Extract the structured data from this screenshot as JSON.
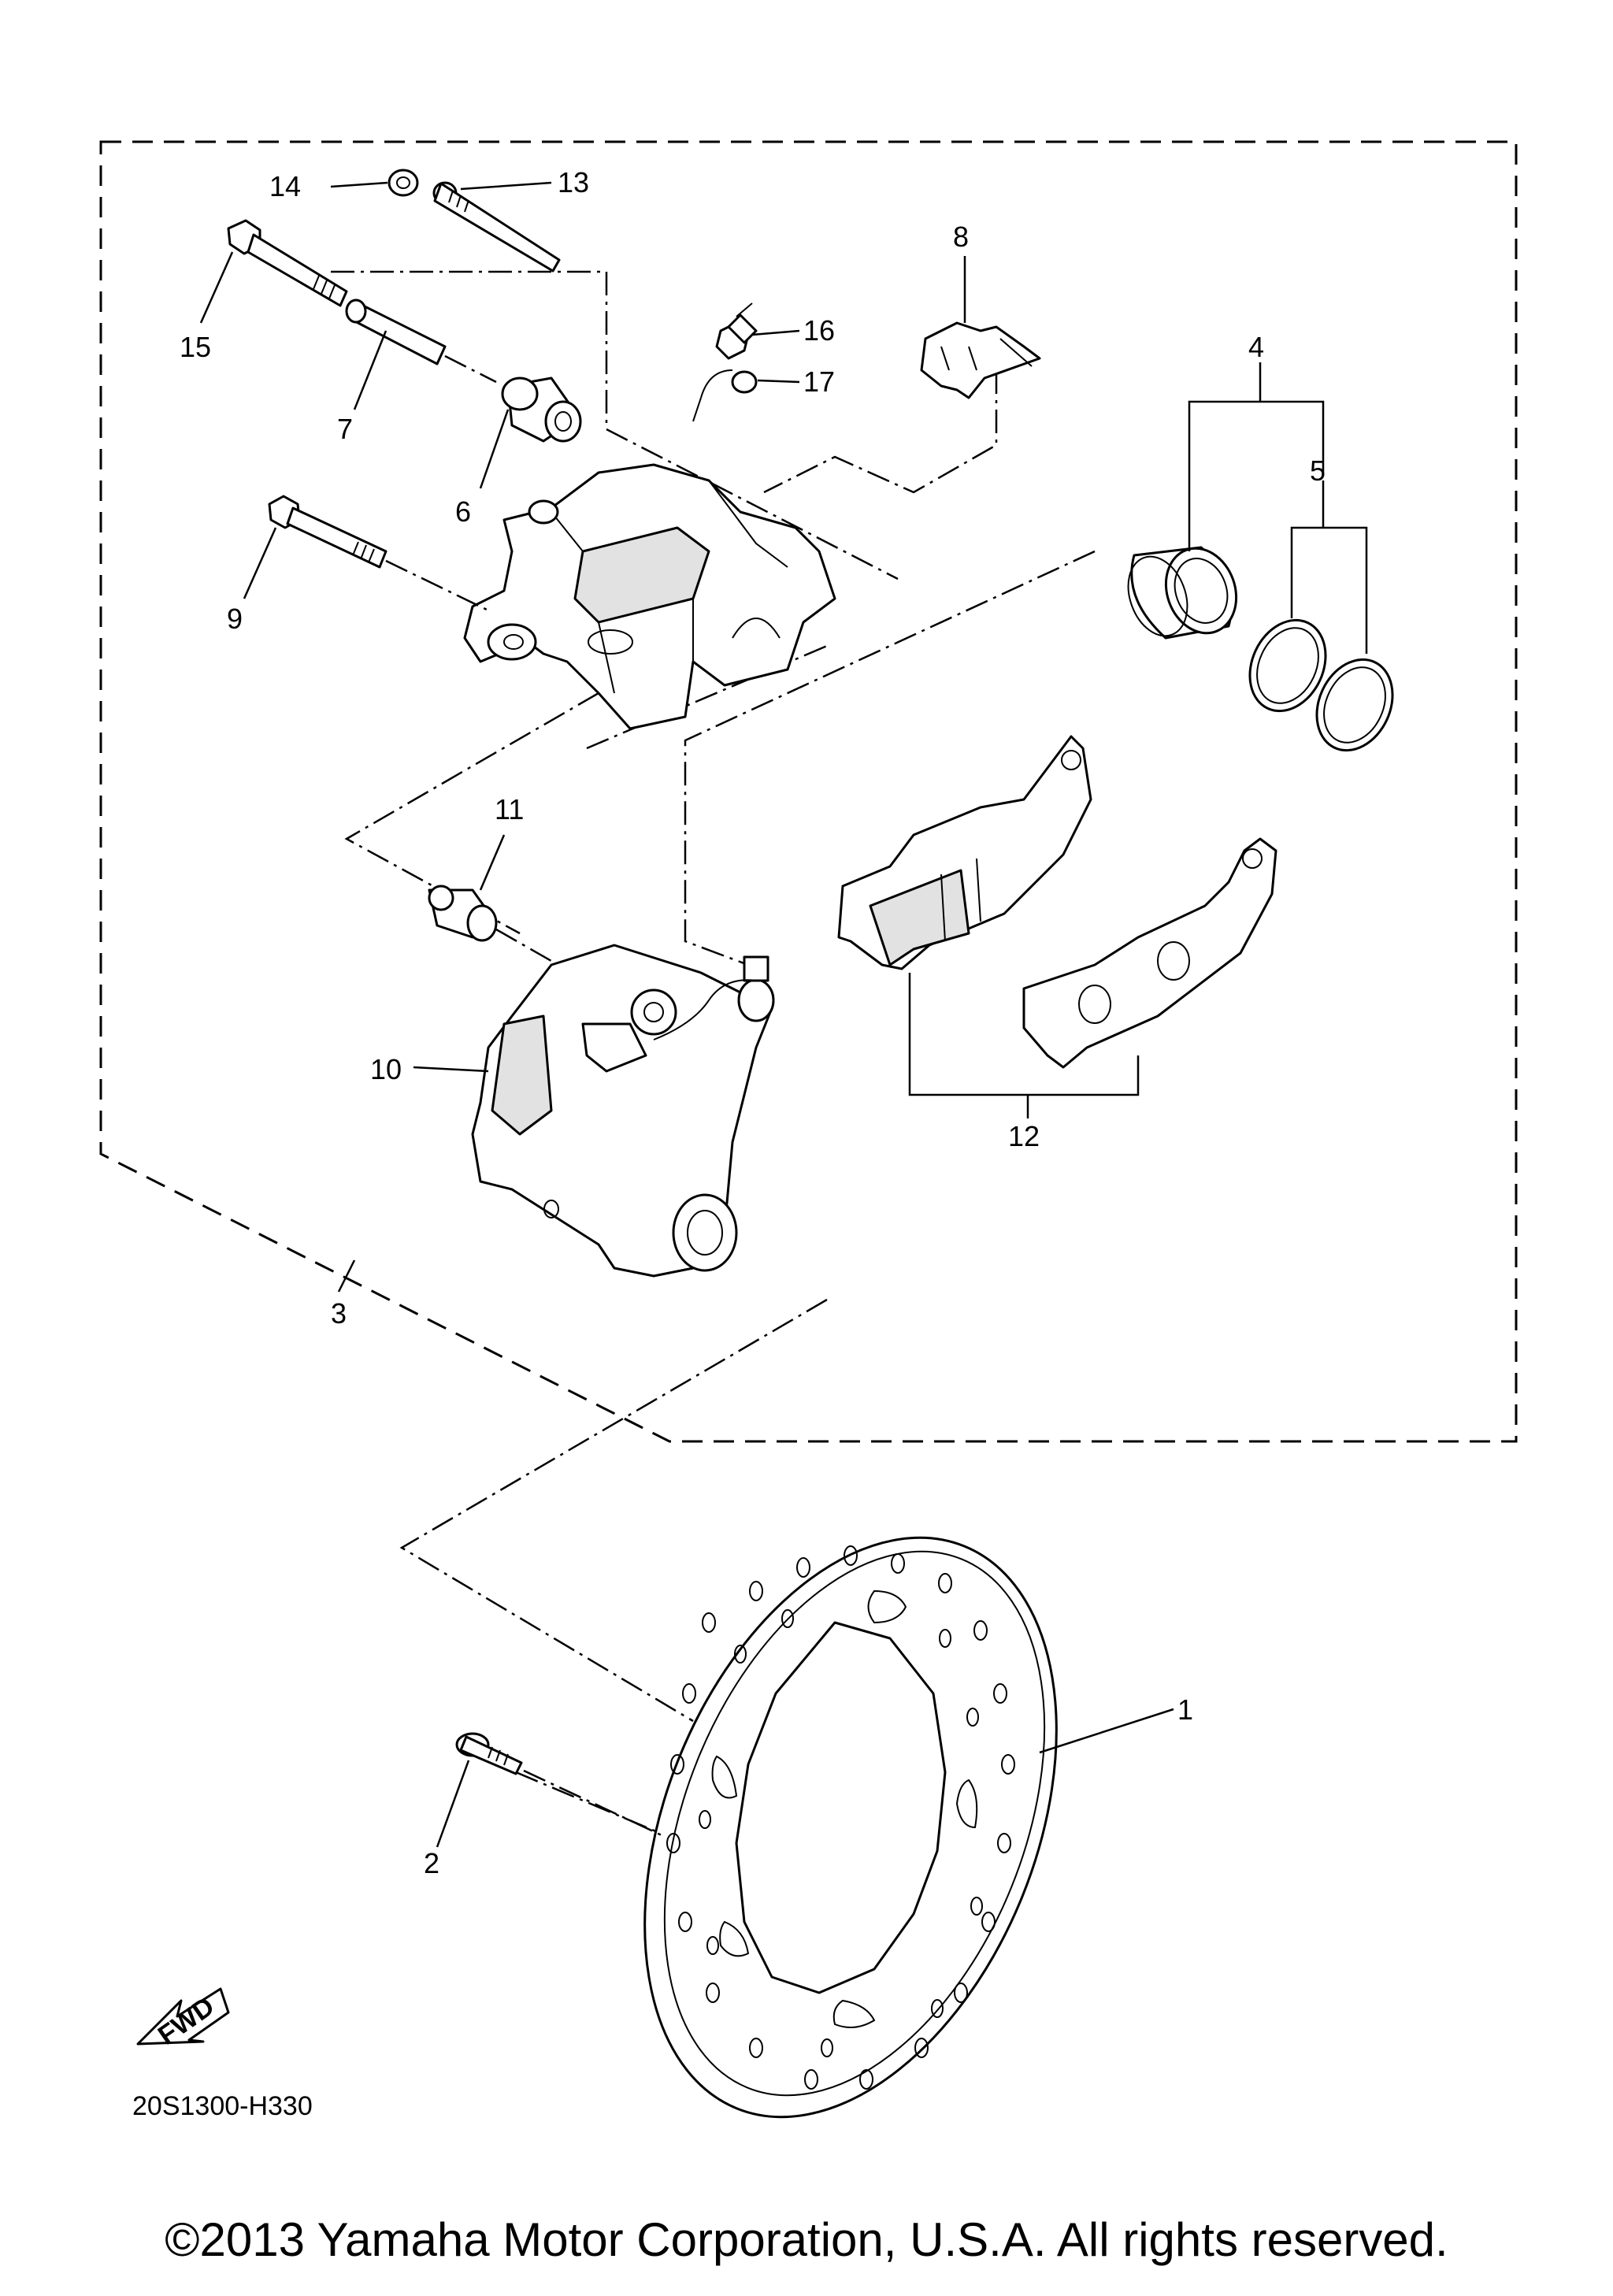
{
  "callouts": {
    "c1": "1",
    "c2": "2",
    "c3": "3",
    "c4": "4",
    "c5": "5",
    "c6": "6",
    "c7": "7",
    "c8": "8",
    "c9": "9",
    "c10": "10",
    "c11": "11",
    "c12": "12",
    "c13": "13",
    "c14": "14",
    "c15": "15",
    "c16": "16",
    "c17": "17"
  },
  "fwd_label": "FWD",
  "diagram_ref": "20S1300-H330",
  "copyright": "©2013 Yamaha Motor Corporation, U.S.A. All rights reserved."
}
